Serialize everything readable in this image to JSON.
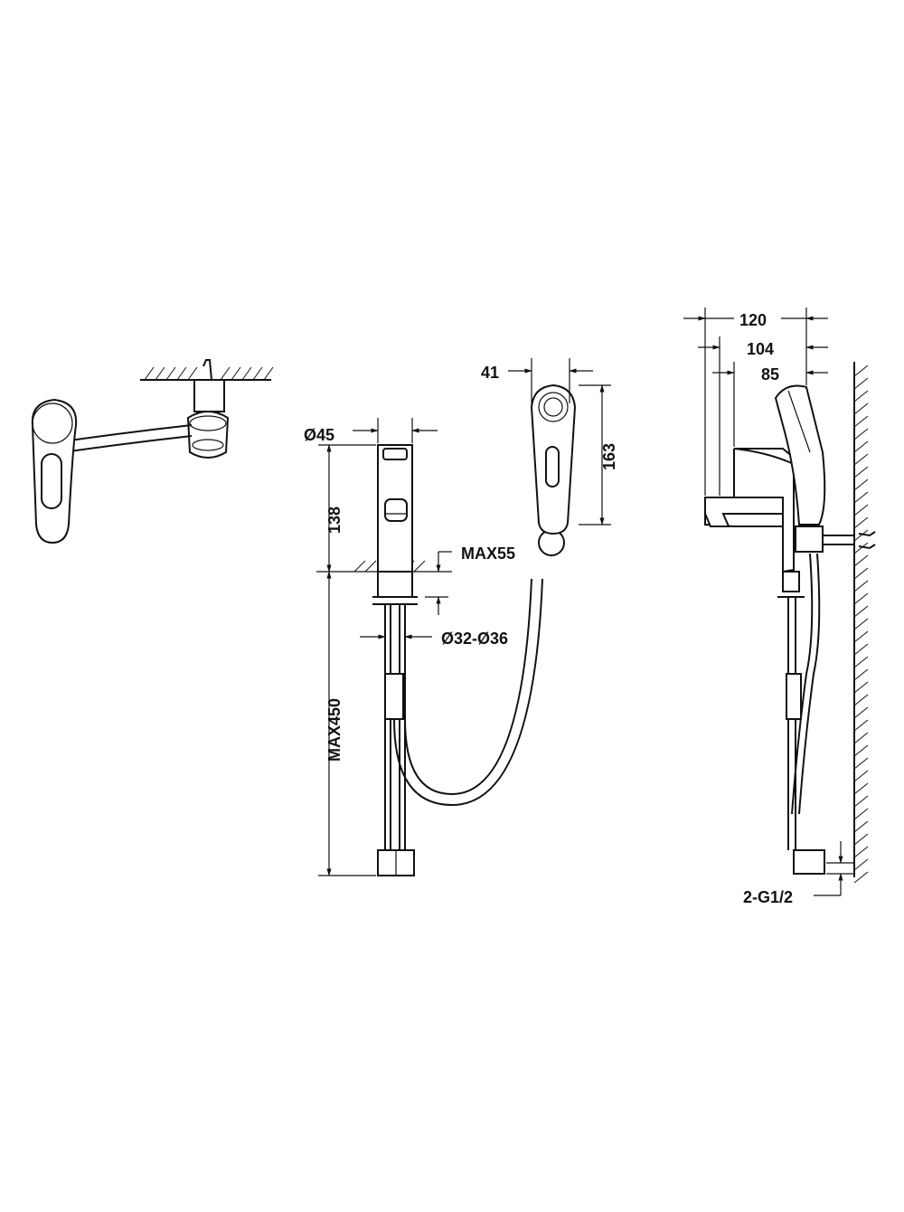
{
  "diagram": {
    "dimensions": {
      "d45": "Ø45",
      "h138": "138",
      "max55": "MAX55",
      "d32_36": "Ø32-Ø36",
      "max450": "MAX450",
      "w41": "41",
      "h163": "163",
      "w120": "120",
      "w104": "104",
      "w85": "85",
      "g12": "2-G1/2"
    },
    "colors": {
      "line": "#111111",
      "background": "#ffffff"
    }
  }
}
